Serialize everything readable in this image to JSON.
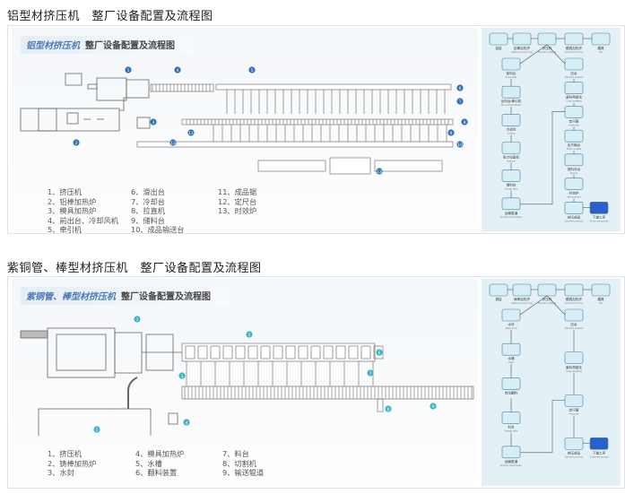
{
  "sections": [
    {
      "heading": "铝型材挤压机　整厂设备配置及流程图",
      "panel_title_italic": "铝型材挤压机",
      "panel_title_rest": "整厂设备配置及流程图",
      "callouts": [
        "1",
        "2",
        "3",
        "4",
        "5",
        "6",
        "7",
        "8",
        "9",
        "10",
        "11",
        "12",
        "13"
      ],
      "legend_cols": [
        [
          "1、挤压机",
          "2、铝棒加热炉",
          "3、模具加热炉",
          "4、前出台、冷却风机",
          "5、牵引机"
        ],
        [
          "6、滑出台",
          "7、冷却台",
          "8、拉直机",
          "9、储料台",
          "10、成品输送台"
        ],
        [
          "11、成品锯",
          "12、定尺台",
          "13、时效炉"
        ]
      ],
      "flow": {
        "top_row": [
          "铝锭",
          "铝棒加热炉",
          "挤压机",
          "模具加热炉",
          "模具"
        ],
        "top_row_en": [
          "",
          "Heating furnace of log",
          "Extrusion material",
          "Die furnace of log",
          "Die"
        ],
        "left_col": [
          "前料台",
          "出料台/牵引机",
          "冷却台",
          "张力拉直机",
          "储料台",
          "运输辊道"
        ],
        "left_col_en": [
          "Going table",
          "Run-out table/Puller",
          "Cooling",
          "Stretcher",
          "Storage table",
          "Products transmission"
        ],
        "right_col": [
          "压余",
          "废料再熔化",
          "定尺锯",
          "定尺输台",
          "框料存台",
          "时效炉",
          "挤压成品",
          "下道工序"
        ],
        "right_col_en": [
          "Extrusion material",
          "Scrap remelting",
          "Finish saw",
          "Finish cut table",
          "Stacker",
          "Aging furnace",
          "Extruded products",
          "To the next process"
        ]
      }
    },
    {
      "heading": "紫铜管、棒型材挤压机　整厂设备配置及流程图",
      "panel_title_italic": "紫铜管、棒型材挤压机",
      "panel_title_rest": "整厂设备配置及流程图",
      "callouts": [
        "1",
        "2",
        "3",
        "4",
        "5",
        "6",
        "7",
        "8",
        "9"
      ],
      "legend_cols": [
        [
          "1、挤压机",
          "2、铸棒加热炉",
          "3、水封"
        ],
        [
          "4、模具加热炉",
          "5、水槽",
          "6、翻料装置"
        ],
        [
          "7、料台",
          "8、切割机",
          "9、输送辊道"
        ]
      ],
      "flow": {
        "top_row": [
          "铜锭",
          "铸棒加热炉",
          "挤压机",
          "模具加热炉",
          "模具"
        ],
        "top_row_en": [
          "",
          "Heating furnace of log",
          "Extrusion material",
          "Die furnace of log",
          "Die"
        ],
        "left_col": [
          "水封",
          "水槽",
          "自动翻料",
          "料台",
          "运输辊道"
        ],
        "left_col_en": [
          "Water proof",
          "Pulse",
          "",
          "Storage table",
          "Products transmission"
        ],
        "right_col": [
          "压余",
          "废料再熔化",
          "定尺锯",
          "挤压成品",
          "下道工序"
        ],
        "right_col_en": [
          "Extrusion material",
          "Scrap remelting",
          "Finish saw",
          "Extruded products",
          "To the next process"
        ]
      }
    }
  ],
  "colors": {
    "callout_blue": "#2f6fb8",
    "callout_teal": "#3bb3c8",
    "flow_box": "#d8eef6",
    "flow_final": "#2a5fd0",
    "title_italic": "#4a78b8"
  }
}
